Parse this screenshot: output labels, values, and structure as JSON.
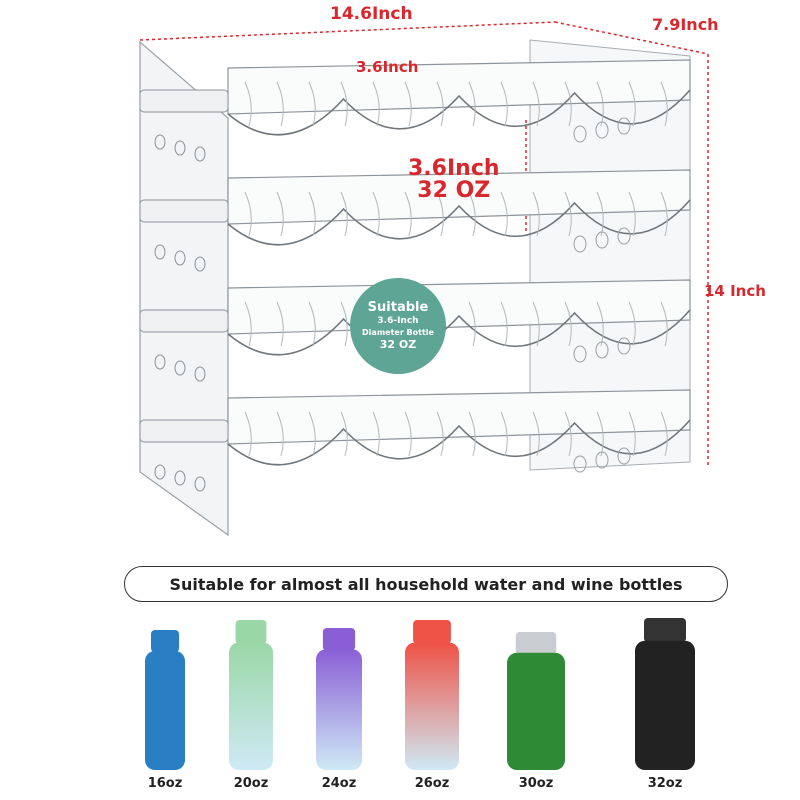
{
  "dimensions": {
    "width": "14.6Inch",
    "depth": "7.9Inch",
    "height": "14 Inch",
    "slot_width": "3.6Inch",
    "slot_spacing": "3.6Inch",
    "slot_capacity": "32 OZ"
  },
  "badge": {
    "line1": "Suitable",
    "line2": "3.6-Inch",
    "line3": "Diameter Bottle",
    "line4": "32 OZ"
  },
  "banner": {
    "text": "Suitable for almost all household water and wine bottles"
  },
  "bottles": [
    {
      "label": "16oz",
      "color": "#2a7fc4"
    },
    {
      "label": "20oz",
      "color": "#9ad7a6"
    },
    {
      "label": "24oz",
      "color": "#8a5fd6"
    },
    {
      "label": "26oz",
      "color": "#ef5246"
    },
    {
      "label": "30oz",
      "color": "#2f8a36"
    },
    {
      "label": "32oz",
      "color": "#222222"
    }
  ],
  "colors": {
    "dimension_red": "#d8282d",
    "badge_green": "#5fa595"
  }
}
